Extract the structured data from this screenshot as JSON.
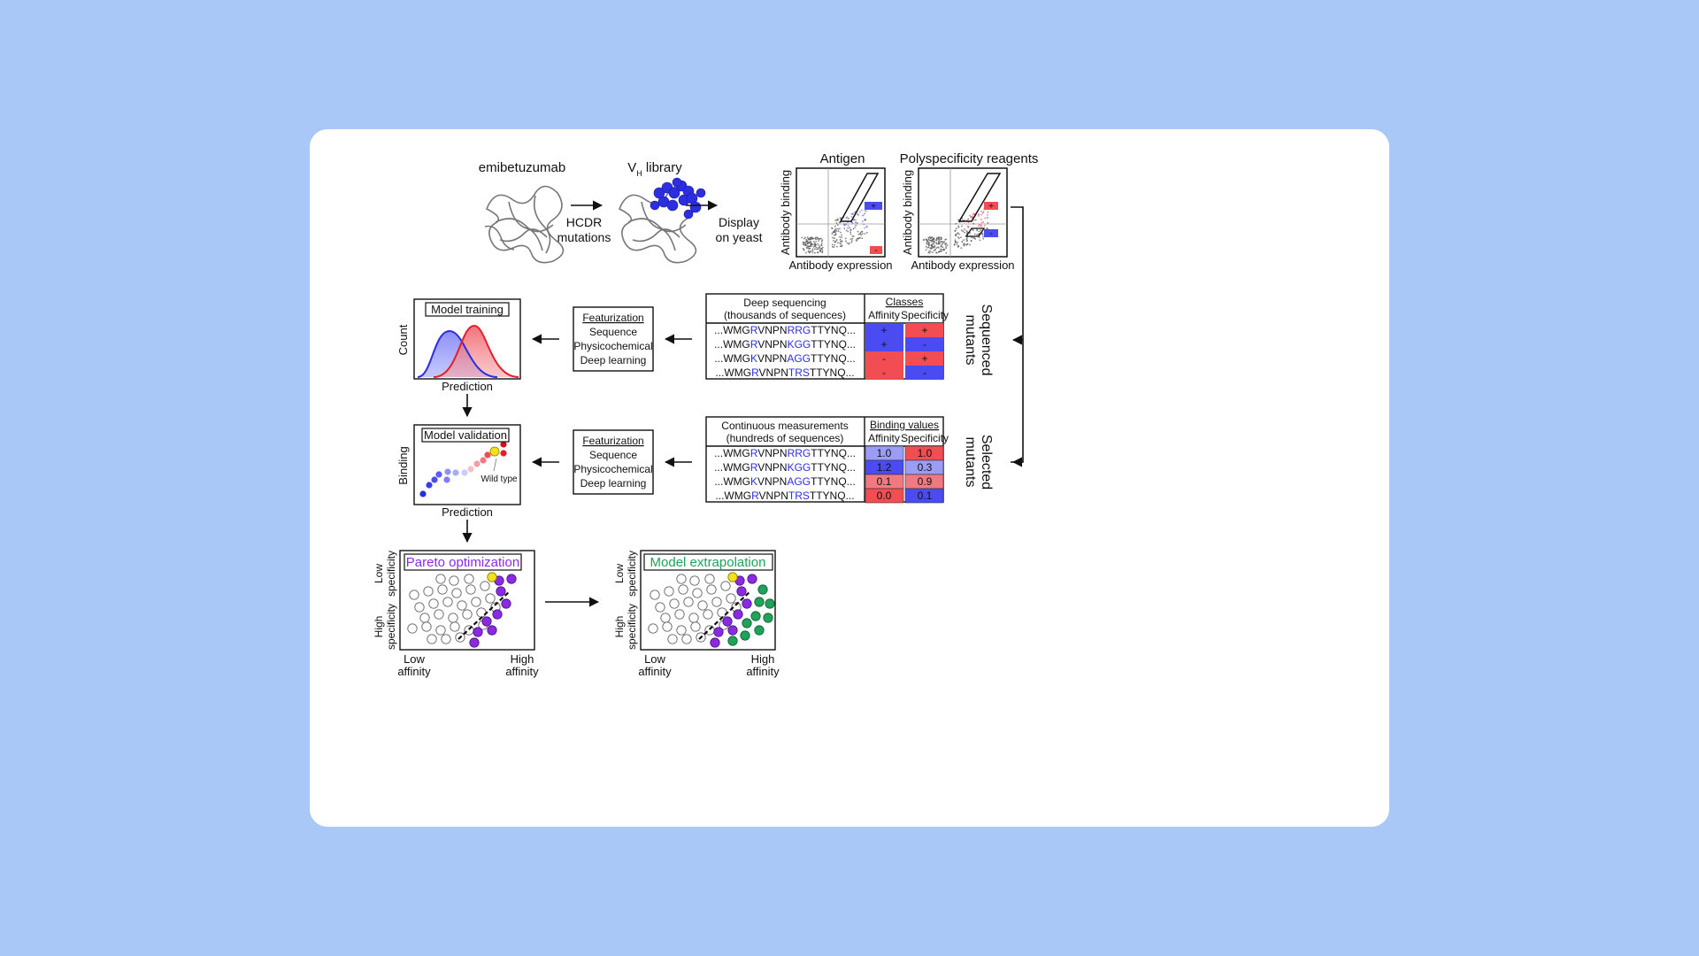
{
  "top_row": {
    "emibetuzumab_label": "emibetuzumab",
    "library_label_prefix": "V",
    "library_label_sub": "H",
    "library_label_suffix": " library",
    "arrow1_line1": "HCDR",
    "arrow1_line2": "mutations",
    "arrow2_line1": "Display",
    "arrow2_line2": "on yeast",
    "antigen_title": "Antigen",
    "poly_title": "Polyspecificity reagents",
    "facs_ylabel": "Antibody binding",
    "facs_xlabel": "Antibody expression",
    "gate_plus": "+",
    "gate_minus": "-"
  },
  "side_labels": {
    "sequenced_line1": "Sequenced",
    "sequenced_line2": "mutants",
    "selected_line1": "Selected",
    "selected_line2": "mutants"
  },
  "featurization": {
    "title": "Featurization",
    "items": [
      "Sequence",
      "Physicochemical",
      "Deep learning"
    ]
  },
  "class_table": {
    "head_line1": "Deep sequencing",
    "head_line2": "(thousands of sequences)",
    "group_label": "Classes",
    "col_affinity": "Affinity",
    "col_specificity": "Specificity",
    "rows": [
      {
        "pre": "...WMG",
        "a": "R",
        "mid": "VNPN",
        "b": "RRG",
        "post": "TTYNQ...",
        "affinity": "+",
        "specificity": "+"
      },
      {
        "pre": "...WMG",
        "a": "R",
        "mid": "VNPN",
        "b": "KGG",
        "post": "TTYNQ...",
        "affinity": "+",
        "specificity": "-"
      },
      {
        "pre": "...WMG",
        "a": "K",
        "mid": "VNPN",
        "b": "AGG",
        "post": "TTYNQ...",
        "affinity": "-",
        "specificity": "+"
      },
      {
        "pre": "...WMG",
        "a": "R",
        "mid": "VNPN",
        "b": "TRS",
        "post": "TTYNQ...",
        "affinity": "-",
        "specificity": "-"
      }
    ]
  },
  "value_table": {
    "head_line1": "Continuous measurements",
    "head_line2": "(hundreds of sequences)",
    "group_label": "Binding values",
    "col_affinity": "Affinity",
    "col_specificity": "Specificity",
    "rows": [
      {
        "pre": "...WMG",
        "a": "R",
        "mid": "VNPN",
        "b": "RRG",
        "post": "TTYNQ...",
        "affinity": "1.0",
        "specificity": "1.0"
      },
      {
        "pre": "...WMG",
        "a": "R",
        "mid": "VNPN",
        "b": "KGG",
        "post": "TTYNQ...",
        "affinity": "1.2",
        "specificity": "0.3"
      },
      {
        "pre": "...WMG",
        "a": "K",
        "mid": "VNPN",
        "b": "AGG",
        "post": "TTYNQ...",
        "affinity": "0.1",
        "specificity": "0.9"
      },
      {
        "pre": "...WMG",
        "a": "R",
        "mid": "VNPN",
        "b": "TRS",
        "post": "TTYNQ...",
        "affinity": "0.0",
        "specificity": "0.1"
      }
    ]
  },
  "model_training": {
    "title": "Model training",
    "ylabel": "Count",
    "xlabel": "Prediction"
  },
  "model_validation": {
    "title": "Model validation",
    "ylabel": "Binding",
    "xlabel": "Prediction",
    "annotation": "Wild type"
  },
  "pareto": {
    "title": "Pareto optimization",
    "ylabel_top_1": "Low",
    "ylabel_top_2": "specificity",
    "ylabel_bottom_1": "High",
    "ylabel_bottom_2": "specificity",
    "xlabel_left_1": "Low",
    "xlabel_left_2": "affinity",
    "xlabel_right_1": "High",
    "xlabel_right_2": "affinity"
  },
  "extrapolation": {
    "title": "Model extrapolation",
    "ylabel_top_1": "Low",
    "ylabel_top_2": "specificity",
    "ylabel_bottom_1": "High",
    "ylabel_bottom_2": "specificity",
    "xlabel_left_1": "Low",
    "xlabel_left_2": "affinity",
    "xlabel_right_1": "High",
    "xlabel_right_2": "affinity"
  },
  "colors": {
    "background": "#a9c8f7",
    "card": "#ffffff",
    "blue_cell": "#4a4cf2",
    "red_cell": "#f24d52",
    "pareto_purple": "#8a2be2",
    "extrapolation_green": "#1fa35a",
    "wild_type_yellow": "#f2e21a"
  }
}
